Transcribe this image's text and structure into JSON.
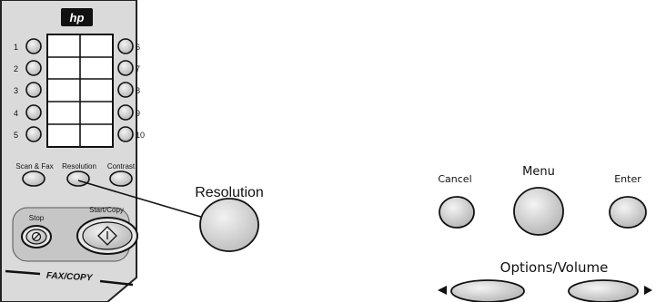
{
  "brand": {
    "logo_text": "hp"
  },
  "left_panel": {
    "speed_dials_left": [
      "1",
      "2",
      "3",
      "4",
      "5"
    ],
    "speed_dials_right": [
      "6",
      "7",
      "8",
      "9",
      "10"
    ],
    "function_buttons": [
      "Scan & Fax",
      "Resolution",
      "Contrast"
    ],
    "stop_label": "Stop",
    "start_label": "Start/Copy",
    "footer_label": "FAX/COPY"
  },
  "callout": {
    "label": "Resolution"
  },
  "right_panel": {
    "cancel_label": "Cancel",
    "menu_label": "Menu",
    "enter_label": "Enter",
    "options_label": "Options/Volume"
  },
  "colors": {
    "panel_fill": "#dadada",
    "panel_border": "#222222",
    "button_fill": "#d2d2d2",
    "logo_bg": "#111111"
  }
}
